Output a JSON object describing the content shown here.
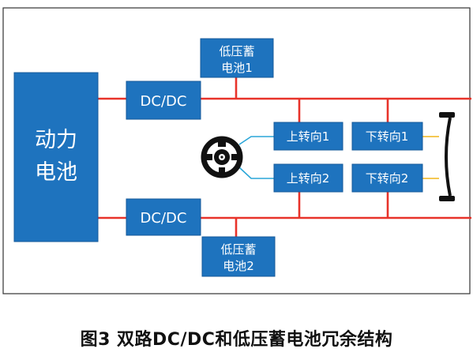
{
  "colors": {
    "block_fill": "#1e73be",
    "block_stroke": "#15599a",
    "block_text": "#ffffff",
    "power_line": "#e8332a",
    "signal_line": "#2aa6d8",
    "wheel_line": "#f2b51a",
    "frame": "#333333",
    "icon": "#111111"
  },
  "blocks": {
    "power_battery": [
      "动力",
      "电池"
    ],
    "dcdc_top": "DC/DC",
    "dcdc_bottom": "DC/DC",
    "lv_battery_1": [
      "低压蓄",
      "电池1"
    ],
    "lv_battery_2": [
      "低压蓄",
      "电池2"
    ],
    "upper_steering_1": "上转向1",
    "lower_steering_1": "下转向1",
    "upper_steering_2": "上转向2",
    "lower_steering_2": "下转向2"
  },
  "icons": {
    "steering_wheel": "steering-wheel-icon",
    "road_wheel": "wheel-axle-icon"
  },
  "caption": "图3 双路DC/DC和低压蓄电池冗余结构"
}
